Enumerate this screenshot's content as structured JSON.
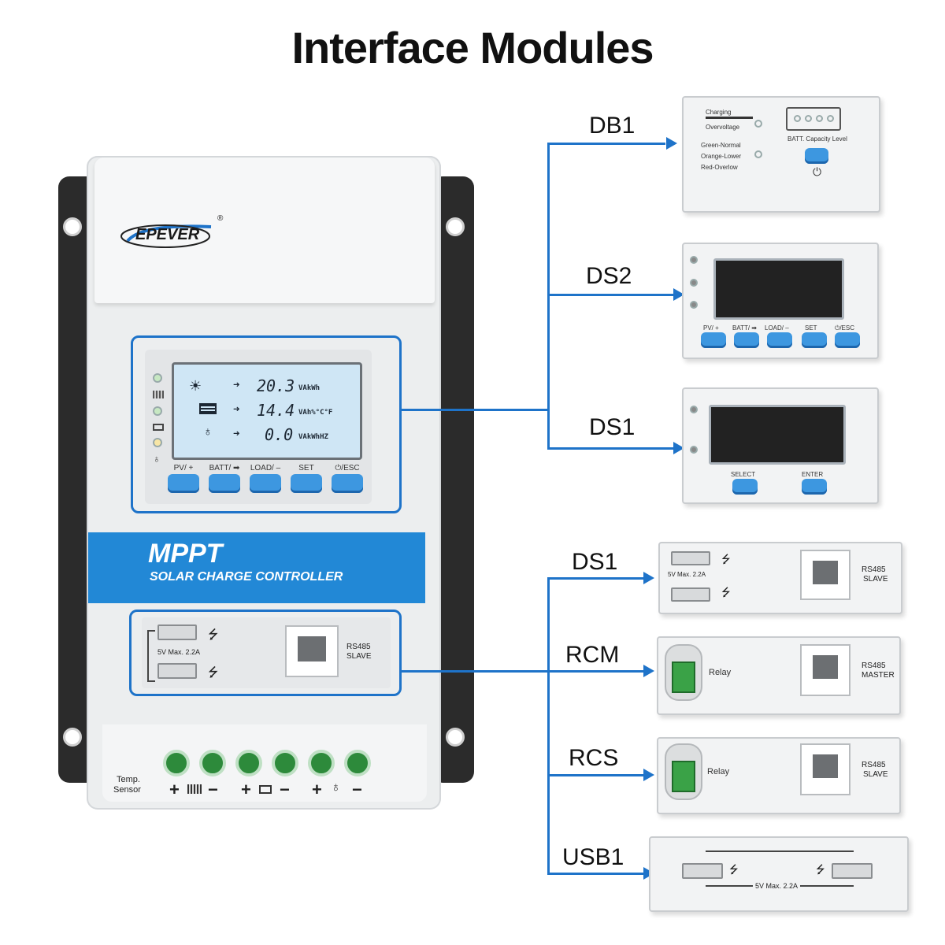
{
  "title": "Interface Modules",
  "controller": {
    "brand": "EPEVER",
    "brand_mark": "®",
    "lcd_rows": [
      {
        "value": "20.3",
        "units": "VAkWh"
      },
      {
        "value": "14.4",
        "units": "VAh%°C°F"
      },
      {
        "value": "0.0",
        "units": "VAkWhHZ"
      }
    ],
    "buttons": [
      "PV/ +",
      "BATT/ ➡",
      "LOAD/ ‒",
      "SET",
      "⏻/ESC"
    ],
    "product_name": "MPPT",
    "product_subtitle": "SOLAR CHARGE CONTROLLER",
    "usb_rating": "5V  Max. 2.2A",
    "rs485_label": "RS485",
    "rs485_role": "SLAVE",
    "temp_sensor_line1": "Temp.",
    "temp_sensor_line2": "Sensor",
    "terminal_signs": [
      "+",
      "−",
      "+",
      "−",
      "+",
      "−"
    ]
  },
  "modules": [
    {
      "name": "DB1",
      "charging": "Charging",
      "overvoltage": "Overvoltage",
      "green": "Green-Normal",
      "orange": "Orange-Lower",
      "red": "Red-Overlow",
      "capacity": "BATT. Capacity Level"
    },
    {
      "name": "DS2",
      "buttons": [
        "PV/ +",
        "BATT/ ➡",
        "LOAD/ ‒",
        "SET",
        "⏻/ESC"
      ]
    },
    {
      "name": "DS1",
      "buttons": [
        "SELECT",
        "ENTER"
      ]
    },
    {
      "name": "DS1",
      "usb_rating": "5V  Max. 2.2A",
      "rs485": "RS485",
      "role": "SLAVE"
    },
    {
      "name": "RCM",
      "relay": "Relay",
      "rs485": "RS485",
      "role": "MASTER"
    },
    {
      "name": "RCS",
      "relay": "Relay",
      "rs485": "RS485",
      "role": "SLAVE"
    },
    {
      "name": "USB1",
      "usb_rating": "5V   Max. 2.2A"
    }
  ],
  "colors": {
    "accent": "#1e73c9",
    "band": "#2288d6",
    "button": "#3d97e0",
    "bracket": "#2b2b2b"
  }
}
